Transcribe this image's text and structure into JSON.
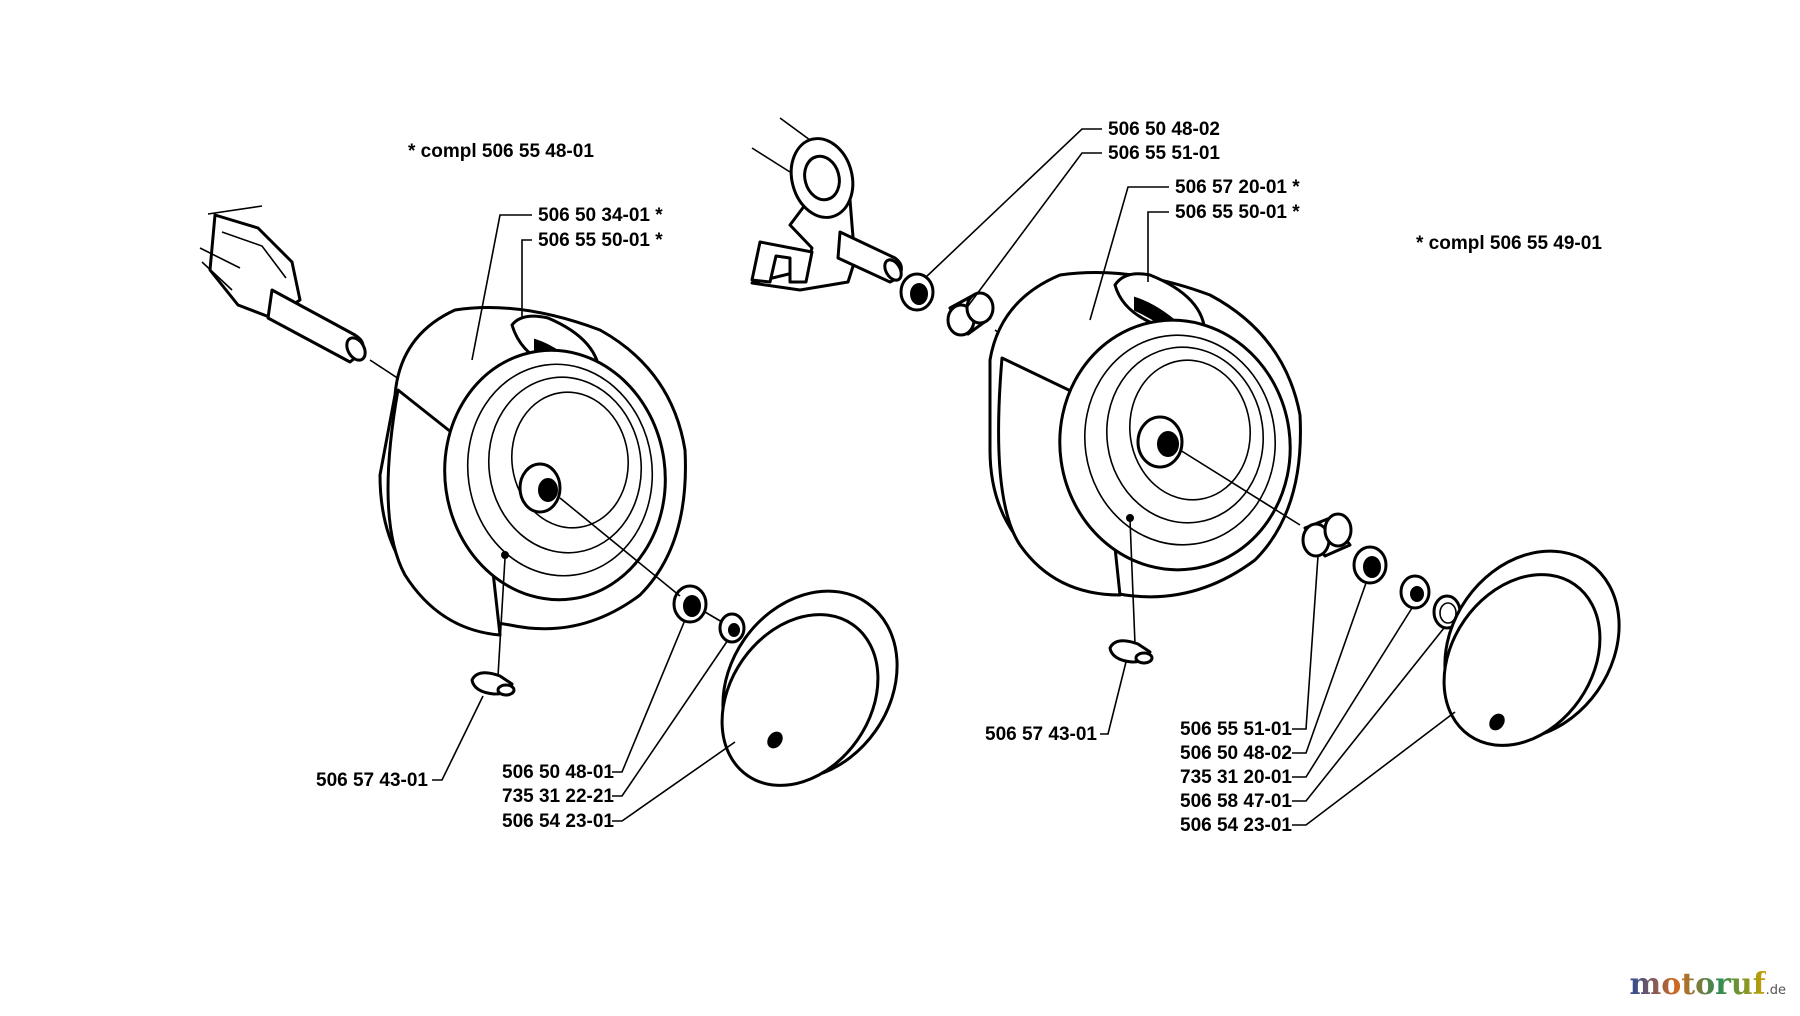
{
  "left_assembly": {
    "compl": "*  compl 506 55 48-01",
    "tire_label_1": "506 50 34-01  *",
    "tire_label_2": "506 55 50-01  *",
    "valve_label": "506 57 43-01",
    "washer_label": "506 50 48-01",
    "nut_label": "735 31 22-21",
    "cap_label": "506 54 23-01"
  },
  "right_assembly": {
    "washer_top_label": "506 50 48-02",
    "bushing_top_label": "506 55 51-01",
    "tire_label_1": "506 57 20-01  *",
    "tire_label_2": "506 55 50-01  *",
    "compl": "*  compl 506 55 49-01",
    "valve_label": "506 57 43-01",
    "bushing_label": "506 55 51-01",
    "washer_label": "506 50 48-02",
    "nut_label": "735 31 20-01",
    "spacer_label": "506 58 47-01",
    "cap_label": "506 54 23-01"
  },
  "watermark": {
    "text": "motoruf",
    "suffix": ".de",
    "colors": [
      "#2a4a9a",
      "#d2691e",
      "#2e8b57",
      "#c8a000"
    ]
  }
}
